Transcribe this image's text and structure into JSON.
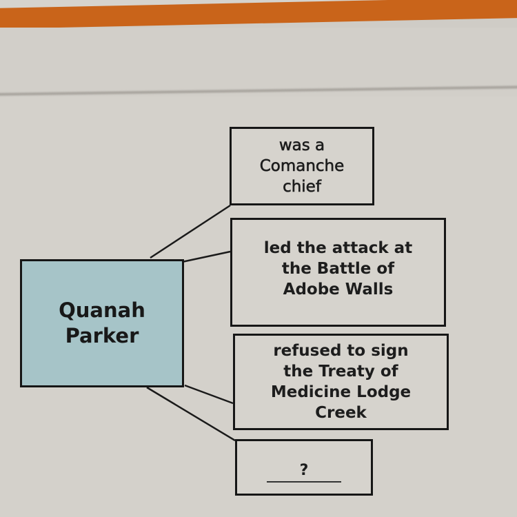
{
  "header": {
    "accent_color": "#c9641a"
  },
  "diagram": {
    "type": "concept-map",
    "center": {
      "label": "Quanah\nParker",
      "fill_color": "#a6c4c8"
    },
    "facts": [
      {
        "label": "was a\nComanche\nchief"
      },
      {
        "label": "led the attack at\nthe Battle of\nAdobe Walls"
      },
      {
        "label": "refused to sign\nthe Treaty of\nMedicine Lodge\nCreek"
      },
      {
        "label": "?",
        "is_blank": true
      }
    ]
  }
}
